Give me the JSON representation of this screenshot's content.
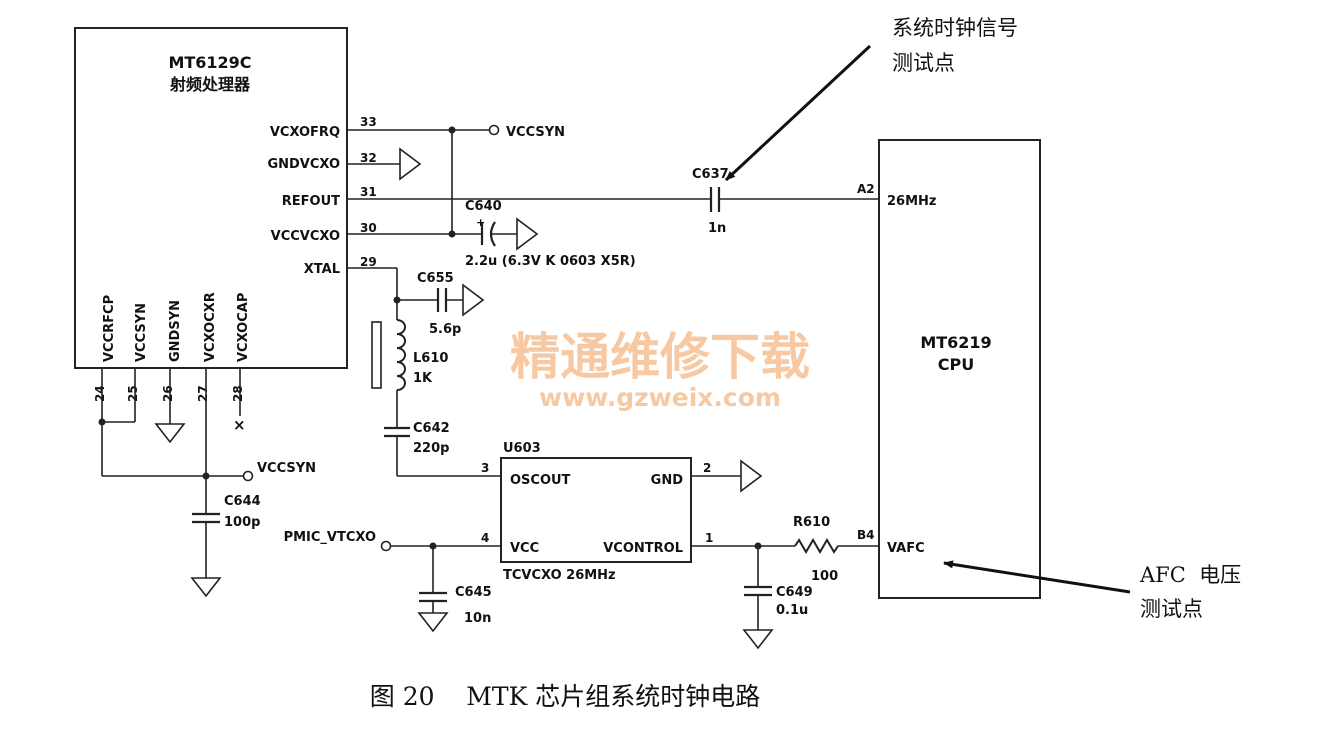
{
  "rf_chip": {
    "part": "MT6129C",
    "name": "射频处理器",
    "right_pins": [
      {
        "name": "VCXOFRQ",
        "num": "33"
      },
      {
        "name": "GNDVCXO",
        "num": "32"
      },
      {
        "name": "REFOUT",
        "num": "31"
      },
      {
        "name": "VCCVCXO",
        "num": "30"
      },
      {
        "name": "XTAL",
        "num": "29"
      }
    ],
    "bottom_pins": [
      {
        "name": "VCCRFCP",
        "num": "24"
      },
      {
        "name": "VCCSYN",
        "num": "25"
      },
      {
        "name": "GNDSYN",
        "num": "26"
      },
      {
        "name": "VCXOCXR",
        "num": "27"
      },
      {
        "name": "VCXOCAP",
        "num": "28"
      }
    ]
  },
  "cpu": {
    "part": "MT6219",
    "name": "CPU",
    "pins": [
      {
        "name": "26MHz",
        "num": "A2"
      },
      {
        "name": "VAFC",
        "num": "B4"
      }
    ]
  },
  "oscillator": {
    "ref": "U603",
    "type": "TCVCXO 26MHz",
    "pins": [
      {
        "name": "OSCOUT",
        "num": "3"
      },
      {
        "name": "GND",
        "num": "2"
      },
      {
        "name": "VCC",
        "num": "4"
      },
      {
        "name": "VCONTROL",
        "num": "1"
      }
    ]
  },
  "components": [
    {
      "ref": "C637",
      "value": "1n"
    },
    {
      "ref": "C640",
      "value": "2.2u (6.3V K 0603 X5R)"
    },
    {
      "ref": "C655",
      "value": "5.6p"
    },
    {
      "ref": "L610",
      "value": "1K"
    },
    {
      "ref": "C642",
      "value": "220p"
    },
    {
      "ref": "C644",
      "value": "100p"
    },
    {
      "ref": "C645",
      "value": "10n"
    },
    {
      "ref": "C649",
      "value": "0.1u"
    },
    {
      "ref": "R610",
      "value": "100"
    }
  ],
  "nets": {
    "vccsyn_top": "VCCSYN",
    "vccsyn_bottom": "VCCSYN",
    "pmic": "PMIC_VTCXO",
    "no_connect": "×"
  },
  "annotations": {
    "clock_test_point": [
      "系统时钟信号",
      "测试点"
    ],
    "afc_test_point": [
      "AFC  电压",
      "测试点"
    ]
  },
  "watermark": {
    "cn": "精通维修下载",
    "url": "www.gzweix.com"
  },
  "caption": "图 20    MTK 芯片组系统时钟电路"
}
